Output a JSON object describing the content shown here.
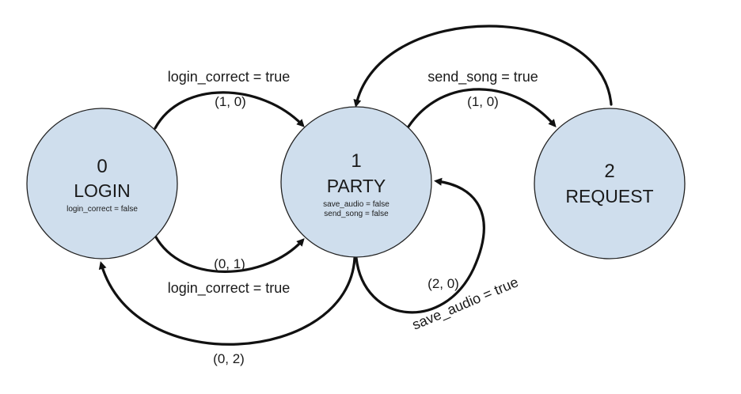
{
  "states": [
    {
      "id": "0",
      "name": "LOGIN",
      "vars": [
        "login_correct = false"
      ]
    },
    {
      "id": "1",
      "name": "PARTY",
      "vars": [
        "save_audio = false",
        "send_song = false"
      ]
    },
    {
      "id": "2",
      "name": "REQUEST",
      "vars": []
    }
  ],
  "transitions": {
    "login_to_party": {
      "condition": "login_correct = true",
      "code": "(1, 0)"
    },
    "login_to_party_lower": {
      "condition": "login_correct = true",
      "code": "(0, 1)"
    },
    "party_to_login": {
      "code": "(0, 2)"
    },
    "party_to_request": {
      "condition": "send_song = true",
      "code": "(1, 0)"
    },
    "request_to_party": {},
    "party_self": {
      "condition": "save_audio = true",
      "code": "(2, 0)"
    }
  },
  "colors": {
    "state_fill": "#cfdeed",
    "stroke": "#111111"
  }
}
